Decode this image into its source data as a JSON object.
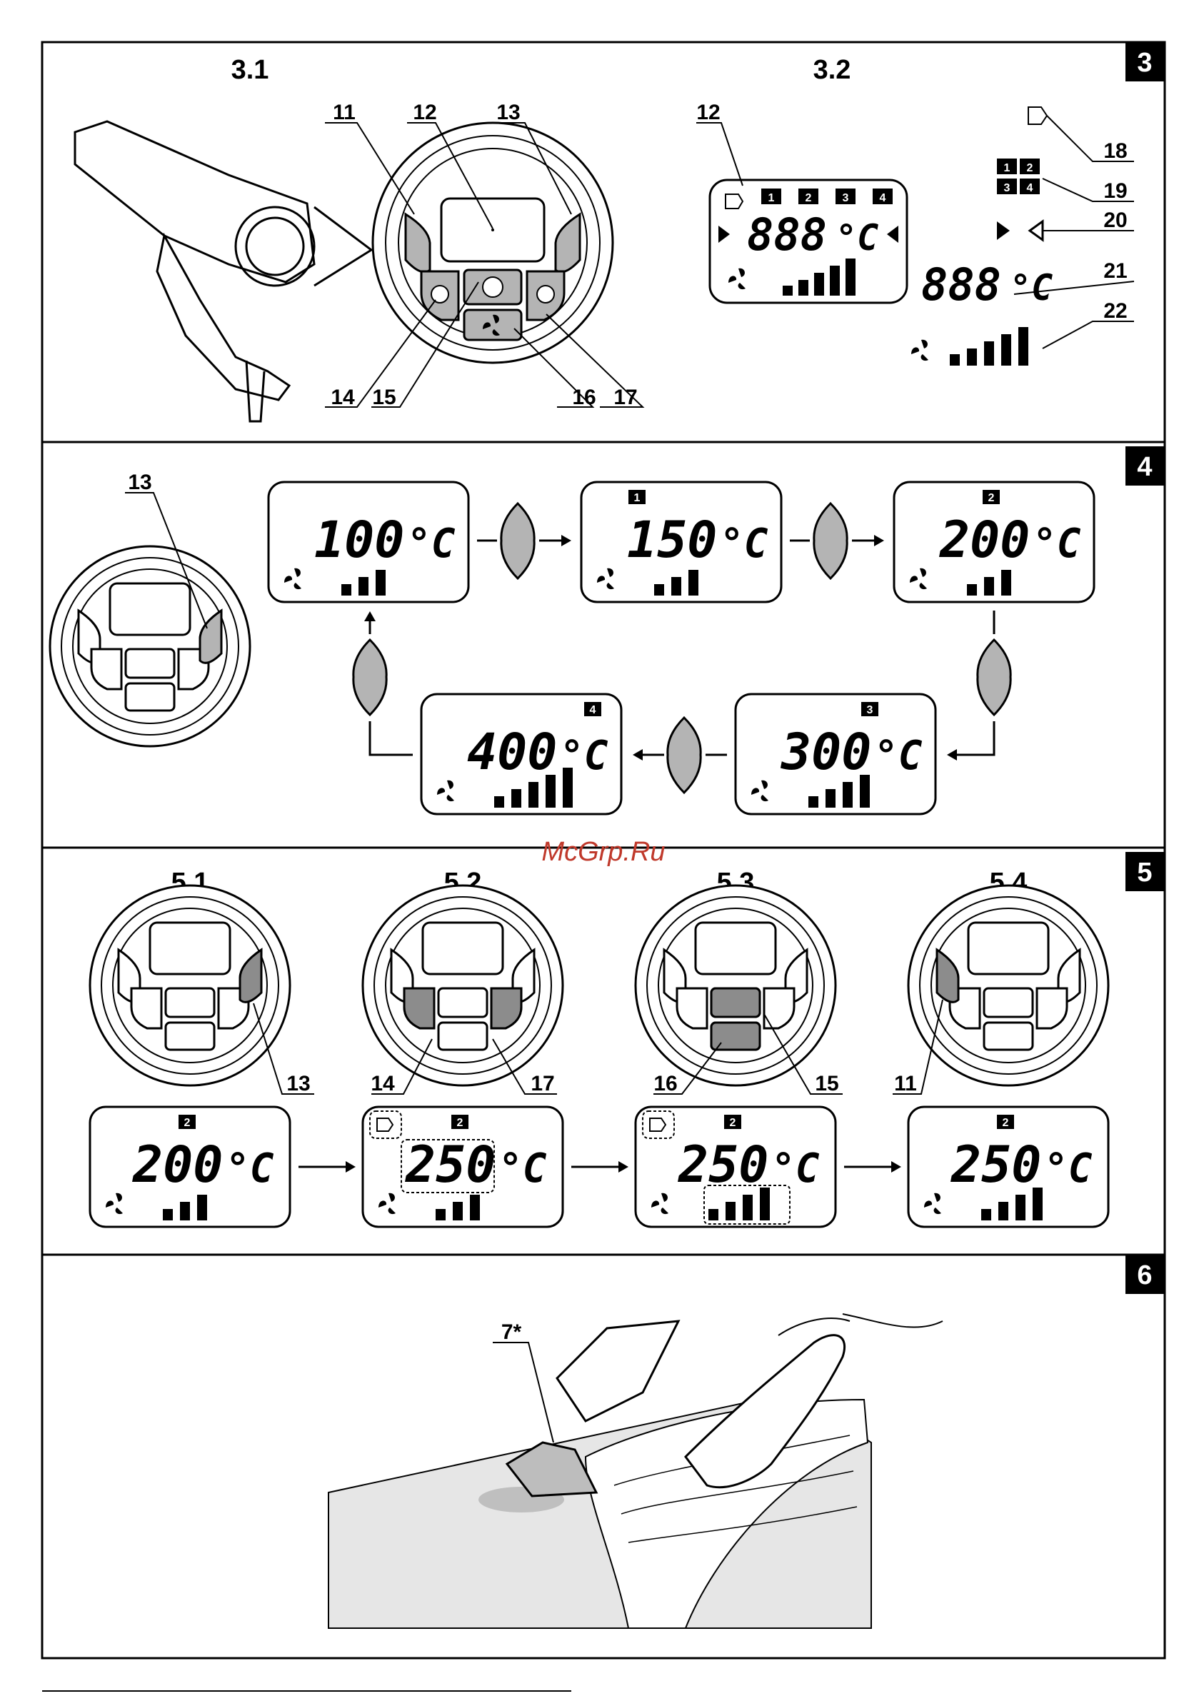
{
  "watermark": "McGrp.Ru",
  "panels": [
    {
      "number": "3",
      "subfigures": [
        "3.1",
        "3.2"
      ]
    },
    {
      "number": "4"
    },
    {
      "number": "5",
      "subfigures": [
        "5.1",
        "5.2",
        "5.3",
        "5.4"
      ]
    },
    {
      "number": "6"
    }
  ],
  "fig3": {
    "callouts_left": [
      "11",
      "12",
      "13",
      "14",
      "15",
      "16",
      "17"
    ],
    "callouts_right": [
      "12",
      "18",
      "19",
      "20",
      "21",
      "22"
    ],
    "display_digits": "888",
    "unit": "°C",
    "presets": [
      "1",
      "2",
      "3",
      "4"
    ]
  },
  "fig4": {
    "callout": "13",
    "steps": [
      {
        "temp": "100",
        "preset": "",
        "bars": 3
      },
      {
        "temp": "150",
        "preset": "1",
        "bars": 3
      },
      {
        "temp": "200",
        "preset": "2",
        "bars": 3
      },
      {
        "temp": "300",
        "preset": "3",
        "bars": 4
      },
      {
        "temp": "400",
        "preset": "4",
        "bars": 5
      }
    ]
  },
  "fig5": {
    "callouts": [
      "13",
      "14",
      "17",
      "16",
      "15",
      "11"
    ],
    "displays": [
      {
        "temp": "200",
        "preset": "2",
        "bars": 3
      },
      {
        "temp": "250",
        "preset": "2",
        "bars": 3
      },
      {
        "temp": "250",
        "preset": "2",
        "bars": 4
      },
      {
        "temp": "250",
        "preset": "2",
        "bars": 4
      }
    ]
  },
  "fig6": {
    "callout": "7*"
  },
  "colors": {
    "line": "#000000",
    "button": "#b4b4b4",
    "highlight": "#8c8c8c",
    "sheet": "#e6e6e6"
  }
}
